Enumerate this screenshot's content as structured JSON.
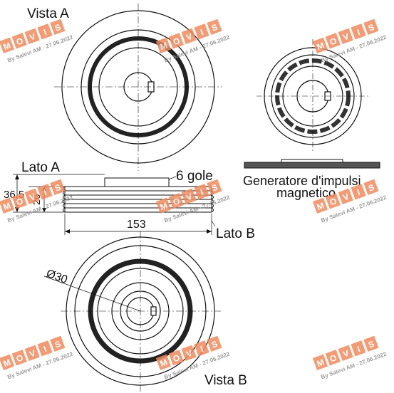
{
  "labels": {
    "view_a": "Vista A",
    "side_a": "Lato A",
    "side_b": "Lato B",
    "view_b": "Vista B",
    "grooves": "6 gole",
    "sensor_line1": "Generatore d'impulsi",
    "sensor_line2": "magnetico"
  },
  "dimensions": {
    "overall_height": "36.5",
    "groove_height": "26",
    "diameter": "153",
    "bore": "Ø30"
  },
  "watermark": {
    "brand_letters": [
      "M",
      "O",
      "V",
      "I",
      "S"
    ],
    "credit": "By Salevi AM - 27.06.2022",
    "brand_color": "#f08a5d"
  }
}
